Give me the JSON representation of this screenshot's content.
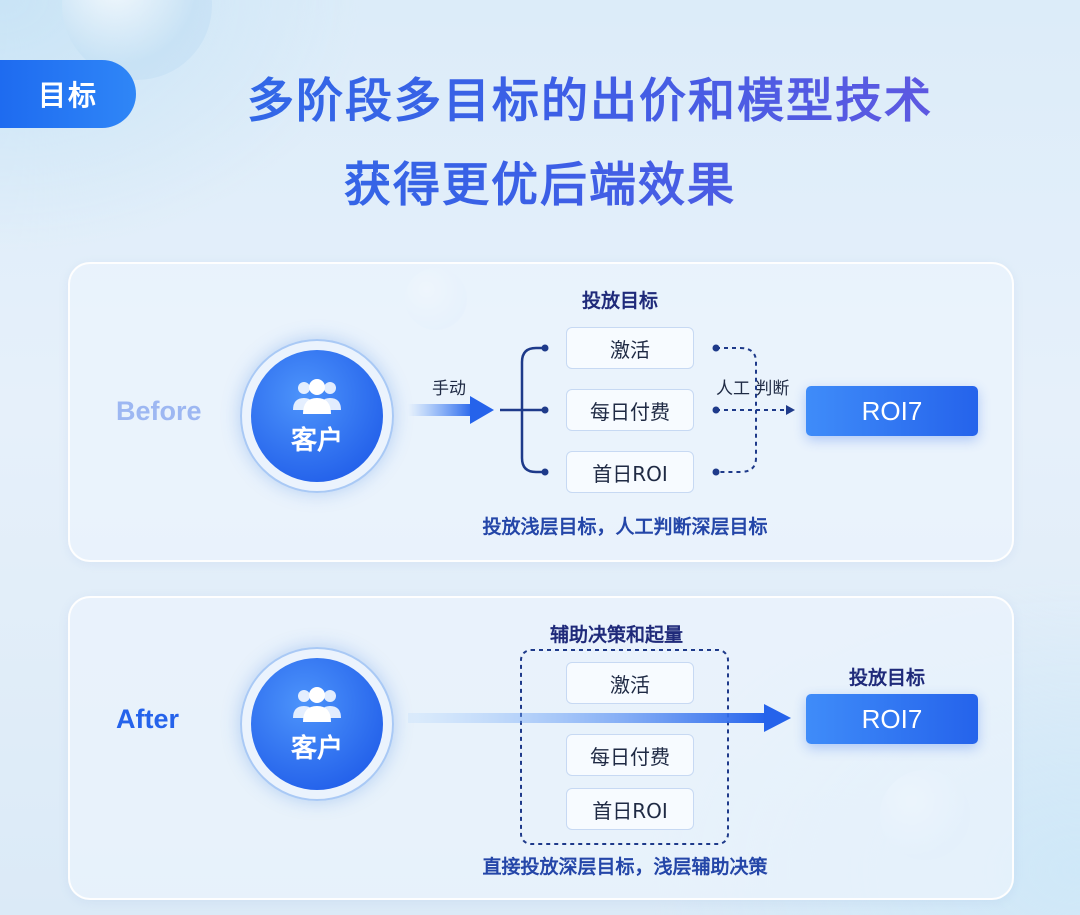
{
  "header": {
    "tag": "目标",
    "title_line1": "多阶段多目标的出价和模型技术",
    "title_line2": "获得更优后端效果"
  },
  "before": {
    "phase": "Before",
    "client": "客户",
    "arrow_label": "手动",
    "goals_title": "投放目标",
    "goals": [
      "激活",
      "每日付费",
      "首日ROI"
    ],
    "judge_label": "人工 判断",
    "result": "ROI7",
    "caption": "投放浅层目标，人工判断深层目标"
  },
  "after": {
    "phase": "After",
    "client": "客户",
    "assist_title": "辅助决策和起量",
    "goals": [
      "激活",
      "每日付费",
      "首日ROI"
    ],
    "target_title": "投放目标",
    "result": "ROI7",
    "caption": "直接投放深层目标，浅层辅助决策"
  }
}
